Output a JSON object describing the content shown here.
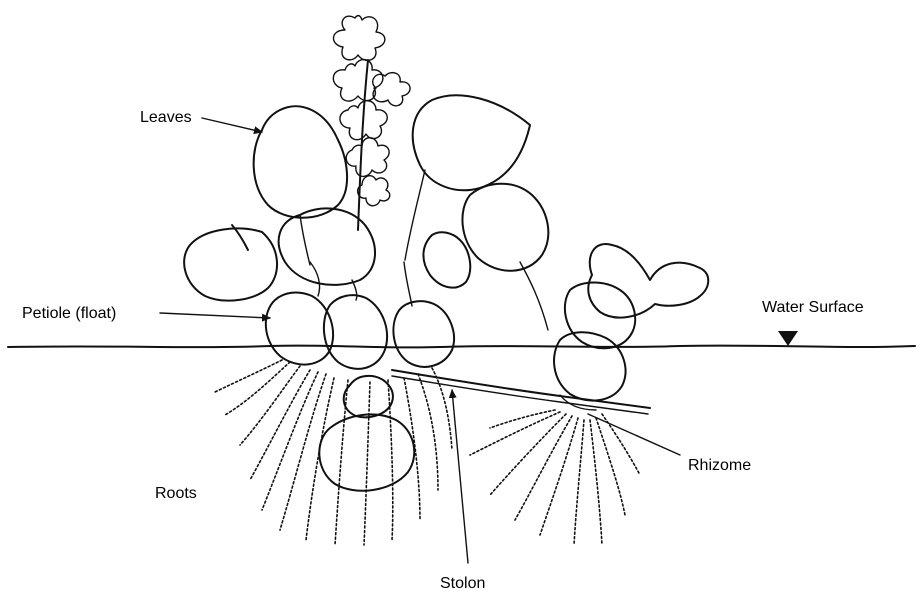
{
  "labels": {
    "leaves": "Leaves",
    "petiole": "Petiole (float)",
    "water_surface": "Water Surface",
    "rhizome": "Rhizome",
    "roots": "Roots",
    "stolon": "Stolon"
  }
}
